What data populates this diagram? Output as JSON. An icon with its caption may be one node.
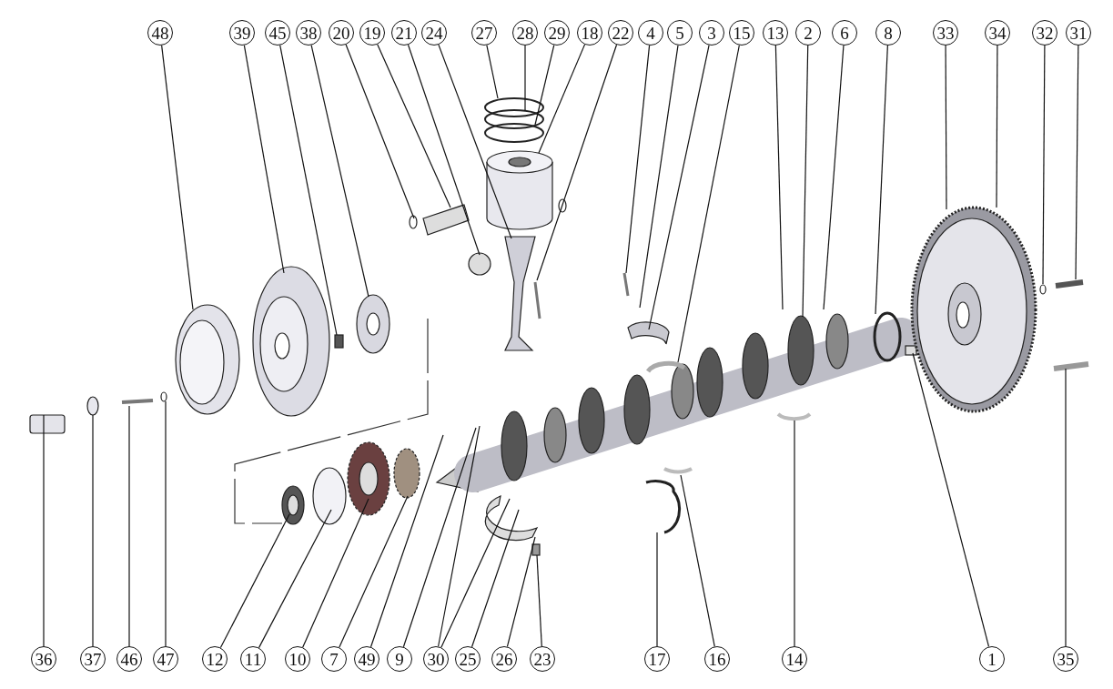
{
  "diagram": {
    "nodes": [
      {
        "text": [
          "48"
        ]
      },
      {
        "text": [
          "39"
        ]
      },
      {
        "text": [
          "45"
        ]
      },
      {
        "text": [
          "38"
        ]
      },
      {
        "text": [
          "20"
        ]
      },
      {
        "text": [
          "19"
        ]
      },
      {
        "text": [
          "21"
        ]
      },
      {
        "text": [
          "24"
        ]
      },
      {
        "text": [
          "27"
        ]
      },
      {
        "text": [
          "28"
        ]
      },
      {
        "text": [
          "29"
        ]
      },
      {
        "text": [
          "18"
        ]
      },
      {
        "text": [
          "22"
        ]
      },
      {
        "text": [
          "4"
        ]
      },
      {
        "text": [
          "5"
        ]
      },
      {
        "text": [
          "3"
        ]
      },
      {
        "text": [
          "15"
        ]
      },
      {
        "text": [
          "13"
        ]
      },
      {
        "text": [
          "2"
        ]
      },
      {
        "text": [
          "6"
        ]
      },
      {
        "text": [
          "8"
        ]
      },
      {
        "text": [
          "33"
        ]
      },
      {
        "text": [
          "34"
        ]
      },
      {
        "text": [
          "32"
        ]
      },
      {
        "text": [
          "31"
        ]
      },
      {
        "text": [
          "36"
        ]
      },
      {
        "text": [
          "37"
        ]
      },
      {
        "text": [
          "46"
        ]
      },
      {
        "text": [
          "47"
        ]
      },
      {
        "text": [
          "12"
        ]
      },
      {
        "text": [
          "11"
        ]
      },
      {
        "text": [
          "10"
        ]
      },
      {
        "text": [
          "7"
        ]
      },
      {
        "text": [
          "49"
        ]
      },
      {
        "text": [
          "9"
        ]
      },
      {
        "text": [
          "30"
        ]
      },
      {
        "text": [
          "25"
        ]
      },
      {
        "text": [
          "26"
        ]
      },
      {
        "text": [
          "23"
        ]
      },
      {
        "text": [
          "17"
        ]
      },
      {
        "text": [
          "16"
        ]
      },
      {
        "text": [
          "14"
        ]
      },
      {
        "text": [
          "1"
        ]
      },
      {
        "text": [
          "35"
        ]
      }
    ],
    "edges": [
      {
        "from": 0,
        "to": null,
        "arrow": "none"
      },
      {
        "from": 1,
        "to": null,
        "arrow": "none"
      },
      {
        "from": 2,
        "to": null,
        "arrow": "none"
      },
      {
        "from": 3,
        "to": null,
        "arrow": "none"
      },
      {
        "from": 4,
        "to": null,
        "arrow": "none"
      },
      {
        "from": 5,
        "to": null,
        "arrow": "none"
      },
      {
        "from": 6,
        "to": null,
        "arrow": "none"
      },
      {
        "from": 7,
        "to": null,
        "arrow": "none"
      },
      {
        "from": 8,
        "to": null,
        "arrow": "none"
      },
      {
        "from": 9,
        "to": null,
        "arrow": "none"
      },
      {
        "from": 10,
        "to": null,
        "arrow": "none"
      },
      {
        "from": 11,
        "to": null,
        "arrow": "none"
      },
      {
        "from": 12,
        "to": null,
        "arrow": "none"
      },
      {
        "from": 13,
        "to": null,
        "arrow": "none"
      },
      {
        "from": 14,
        "to": null,
        "arrow": "none"
      },
      {
        "from": 15,
        "to": null,
        "arrow": "none"
      },
      {
        "from": 16,
        "to": null,
        "arrow": "none"
      },
      {
        "from": 17,
        "to": null,
        "arrow": "none"
      },
      {
        "from": 18,
        "to": null,
        "arrow": "none"
      },
      {
        "from": 19,
        "to": null,
        "arrow": "none"
      },
      {
        "from": 20,
        "to": null,
        "arrow": "none"
      },
      {
        "from": 21,
        "to": null,
        "arrow": "none"
      },
      {
        "from": 22,
        "to": null,
        "arrow": "none"
      },
      {
        "from": 23,
        "to": null,
        "arrow": "none"
      },
      {
        "from": 24,
        "to": null,
        "arrow": "none"
      },
      {
        "from": 25,
        "to": null,
        "arrow": "none"
      },
      {
        "from": 26,
        "to": null,
        "arrow": "none"
      },
      {
        "from": 27,
        "to": null,
        "arrow": "none"
      },
      {
        "from": 28,
        "to": null,
        "arrow": "none"
      },
      {
        "from": 29,
        "to": null,
        "arrow": "none"
      },
      {
        "from": 30,
        "to": null,
        "arrow": "none"
      },
      {
        "from": 31,
        "to": null,
        "arrow": "none"
      },
      {
        "from": 32,
        "to": null,
        "arrow": "none"
      },
      {
        "from": 33,
        "to": null,
        "arrow": "none"
      },
      {
        "from": 34,
        "to": null,
        "arrow": "none"
      },
      {
        "from": 35,
        "to": null,
        "arrow": "none"
      },
      {
        "from": 35,
        "to": null,
        "arrow": "none"
      },
      {
        "from": 36,
        "to": null,
        "arrow": "none"
      },
      {
        "from": 37,
        "to": null,
        "arrow": "none"
      },
      {
        "from": 38,
        "to": null,
        "arrow": "none"
      },
      {
        "from": 39,
        "to": null,
        "arrow": "none"
      },
      {
        "from": 40,
        "to": null,
        "arrow": "none"
      },
      {
        "from": 41,
        "to": null,
        "arrow": "none"
      },
      {
        "from": 42,
        "to": null,
        "arrow": "none"
      },
      {
        "from": 43,
        "to": null,
        "arrow": "none"
      }
    ]
  }
}
